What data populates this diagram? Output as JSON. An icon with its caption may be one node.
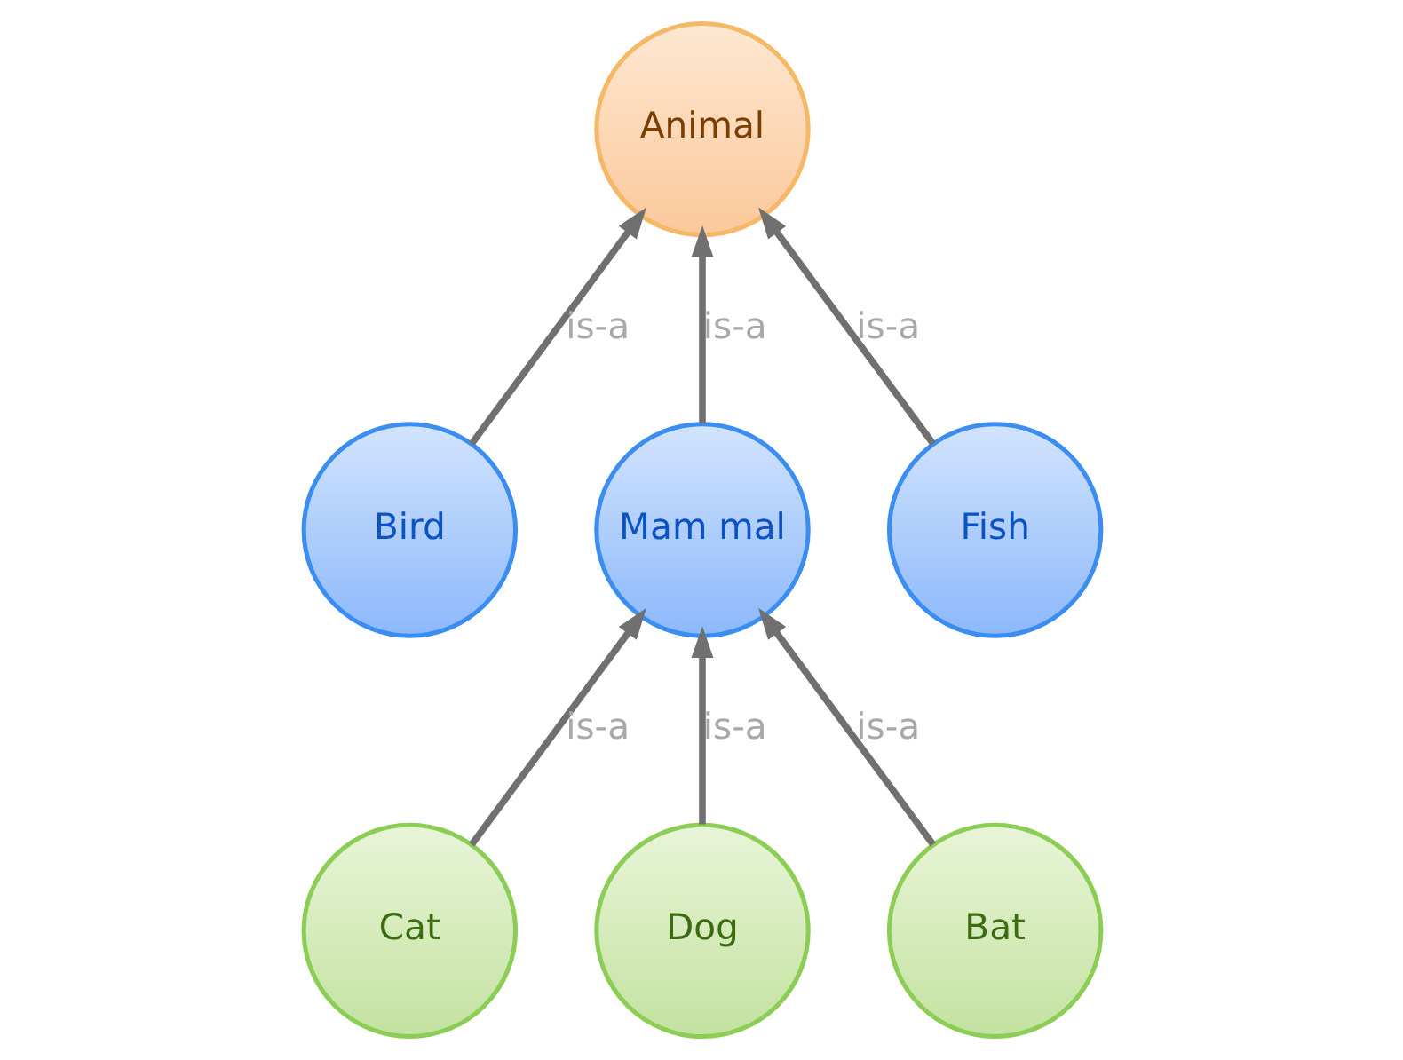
{
  "diagram": {
    "nodes": [
      {
        "text": [
          "Animal"
        ]
      },
      {
        "text": [
          "Bird"
        ]
      },
      {
        "text": [
          "Mam mal"
        ]
      },
      {
        "text": [
          "Fish"
        ]
      },
      {
        "text": [
          "Cat"
        ]
      },
      {
        "text": [
          "Dog"
        ]
      },
      {
        "text": [
          "Bat"
        ]
      }
    ],
    "edges": [
      {
        "from": 1,
        "to": 0,
        "arrow": "to",
        "label": "is-a"
      },
      {
        "from": 2,
        "to": 0,
        "arrow": "to",
        "label": "is-a"
      },
      {
        "from": 3,
        "to": 0,
        "arrow": "to",
        "label": "is-a"
      },
      {
        "from": 4,
        "to": 2,
        "arrow": "to",
        "label": "is-a"
      },
      {
        "from": 5,
        "to": 2,
        "arrow": "to",
        "label": "is-a"
      },
      {
        "from": 6,
        "to": 2,
        "arrow": "to",
        "label": "is-a"
      }
    ]
  }
}
